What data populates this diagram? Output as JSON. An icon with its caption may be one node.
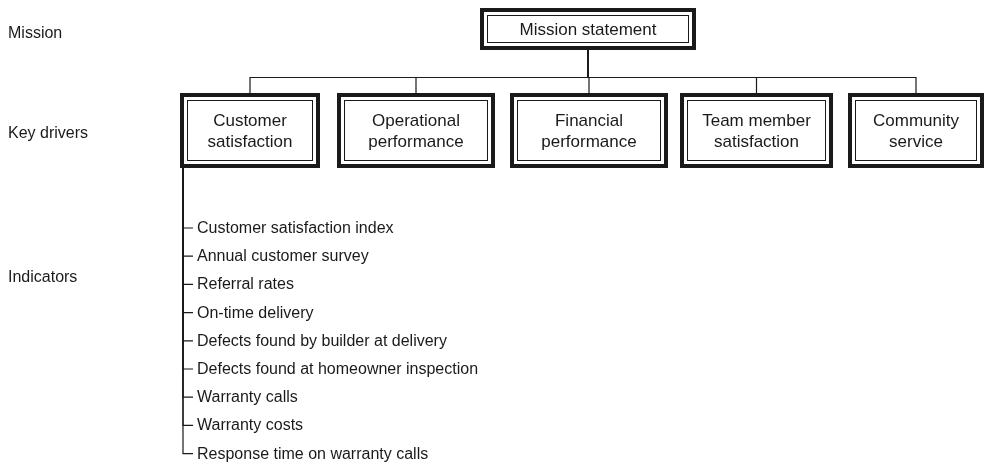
{
  "diagram": {
    "nodes": [
      {
        "text": [
          "Mission statement"
        ]
      },
      {
        "text": [
          "Customer satisfaction"
        ]
      },
      {
        "text": [
          "Operational performance"
        ]
      },
      {
        "text": [
          "Financial performance"
        ]
      },
      {
        "text": [
          "Team member satisfaction"
        ]
      },
      {
        "text": [
          "Community service"
        ]
      },
      {
        "text": [
          "Customer satisfaction index"
        ]
      },
      {
        "text": [
          "Annual customer survey"
        ]
      },
      {
        "text": [
          "Referral rates"
        ]
      },
      {
        "text": [
          "On-time delivery"
        ]
      },
      {
        "text": [
          "Defects found by builder at delivery"
        ]
      },
      {
        "text": [
          "Defects found at homeowner inspection"
        ]
      },
      {
        "text": [
          "Warranty calls"
        ]
      },
      {
        "text": [
          "Warranty costs"
        ]
      },
      {
        "text": [
          "Response time on warranty calls"
        ]
      }
    ],
    "edges": [
      {
        "from": 0,
        "to": 1,
        "arrow": "none"
      },
      {
        "from": 0,
        "to": 2,
        "arrow": "none"
      },
      {
        "from": 0,
        "to": 3,
        "arrow": "none"
      },
      {
        "from": 0,
        "to": 4,
        "arrow": "none"
      },
      {
        "from": 0,
        "to": 5,
        "arrow": "none"
      },
      {
        "from": 1,
        "to": 6,
        "arrow": "none"
      },
      {
        "from": 1,
        "to": 7,
        "arrow": "none"
      },
      {
        "from": 1,
        "to": 8,
        "arrow": "none"
      },
      {
        "from": 1,
        "to": 9,
        "arrow": "none"
      },
      {
        "from": 1,
        "to": 10,
        "arrow": "none"
      },
      {
        "from": 1,
        "to": 11,
        "arrow": "none"
      },
      {
        "from": 1,
        "to": 12,
        "arrow": "none"
      },
      {
        "from": 1,
        "to": 13,
        "arrow": "none"
      },
      {
        "from": 1,
        "to": 14,
        "arrow": "none"
      }
    ],
    "labels": [
      "Mission",
      "Key drivers",
      "Indicators"
    ]
  }
}
